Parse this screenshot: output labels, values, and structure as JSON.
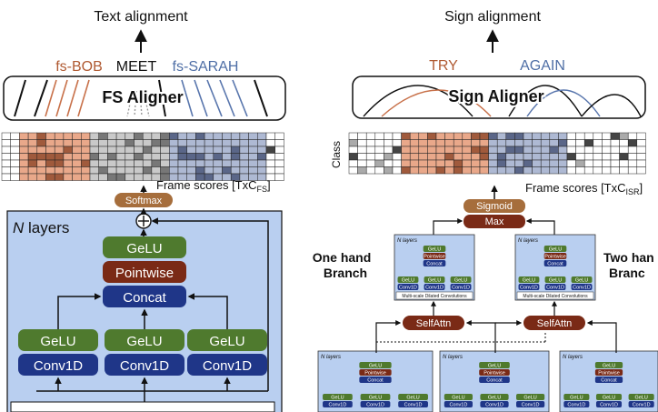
{
  "left": {
    "top_title": "Text alignment",
    "aligner_label": "FS Aligner",
    "tokens": [
      "fs-BOB",
      "MEET",
      "fs-SARAH"
    ],
    "frame_scores_label": "Frame scores [TxC",
    "frame_scores_sub": "FS",
    "frame_scores_close": "]",
    "softmax_label": "Softmax",
    "block": {
      "title_n": "N",
      "title_rest": " layers",
      "gelu_top": "GeLU",
      "pointwise": "Pointwise",
      "concat": "Concat",
      "branches": [
        {
          "gelu": "GeLU",
          "conv": "Conv1D"
        },
        {
          "gelu": "GeLU",
          "conv": "Conv1D"
        },
        {
          "gelu": "GeLU",
          "conv": "Conv1D"
        }
      ]
    }
  },
  "right": {
    "top_title": "Sign alignment",
    "aligner_label": "Sign Aligner",
    "tokens": [
      "TRY",
      "AGAIN"
    ],
    "class_label": "Class",
    "frame_scores_label": "Frame scores [TxC",
    "frame_scores_sub": "ISR",
    "frame_scores_close": "]",
    "sigmoid_label": "Sigmoid",
    "max_label": "Max",
    "one_hand_label": [
      "One hand",
      "Branch"
    ],
    "two_hand_label": [
      "Two han",
      "Branc"
    ],
    "selfattn_label": "SelfAttn",
    "mini": {
      "title": "N layers",
      "gelu": "GeLU",
      "pointwise": "Pointwise",
      "concat": "Concat",
      "conv": "Conv1D",
      "caption": "Multi-scale Dilated Convolutions"
    }
  },
  "colors": {
    "block_bg": "#b9cff0",
    "green": "#4f7a2e",
    "red": "#7a2a16",
    "navy": "#1f3688",
    "softmax": "#a66e3c",
    "orange_cells": "#e9a88a",
    "gray_cells": "#c9c9c9",
    "blue_cells": "#aeb9d3",
    "bob_color": "#b05a32",
    "sarah_color": "#4f6fa6"
  }
}
